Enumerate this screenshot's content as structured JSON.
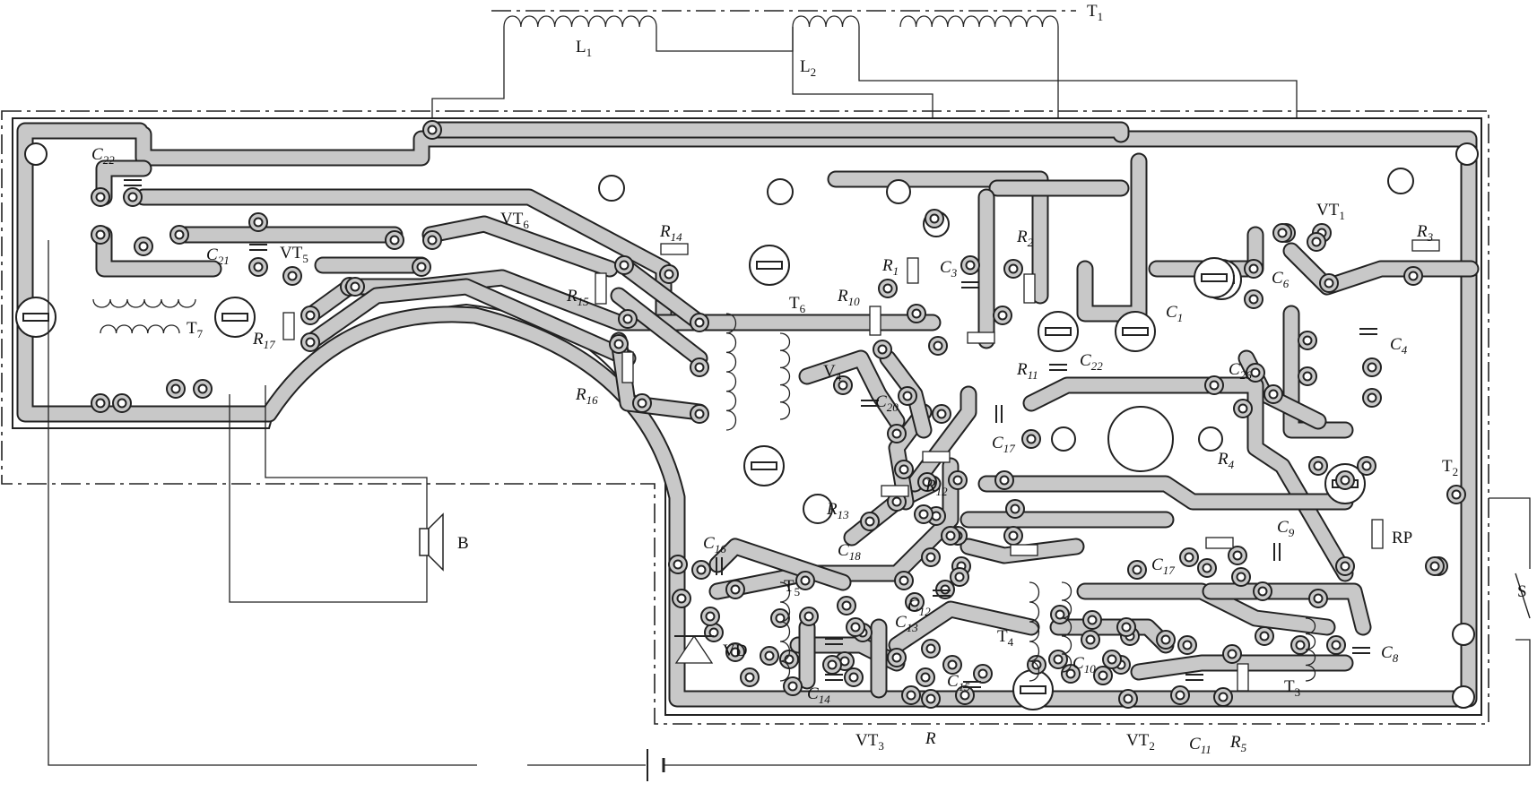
{
  "diagram": {
    "labels": {
      "T1": "T1",
      "L1": "L1",
      "L2": "L2",
      "C22a": "C22",
      "C21": "C21",
      "VT5": "VT5",
      "VT6": "VT6",
      "T7": "T7",
      "R17": "R17",
      "R14": "R14",
      "R15": "R15",
      "R16": "R16",
      "T6": "T6",
      "R1": "R1",
      "R10": "R10",
      "V4": "V4",
      "R11": "R11",
      "C20": "C20",
      "C17a": "C17",
      "R12": "R12",
      "R13": "R13",
      "C18": "C18",
      "C3": "C3",
      "R2": "R2",
      "C1": "C1",
      "C22b": "C22",
      "C26": "C26",
      "VT1": "VT1",
      "R3": "R3",
      "C6": "C6",
      "C4": "C4",
      "R4": "R4",
      "T2": "T2",
      "RP": "RP",
      "S": "S",
      "C9": "C9",
      "C16": "C16",
      "T5": "T5",
      "VD": "VD",
      "C12": "C12",
      "C13": "C13",
      "T4": "T4",
      "C15": "C15",
      "C14": "C14",
      "VT3": "VT3",
      "R": "R",
      "C17b": "C17",
      "C10": "C10",
      "VT2": "VT2",
      "C11": "C11",
      "R5": "R5",
      "T3": "T3",
      "C8": "C8",
      "B": "B"
    }
  }
}
